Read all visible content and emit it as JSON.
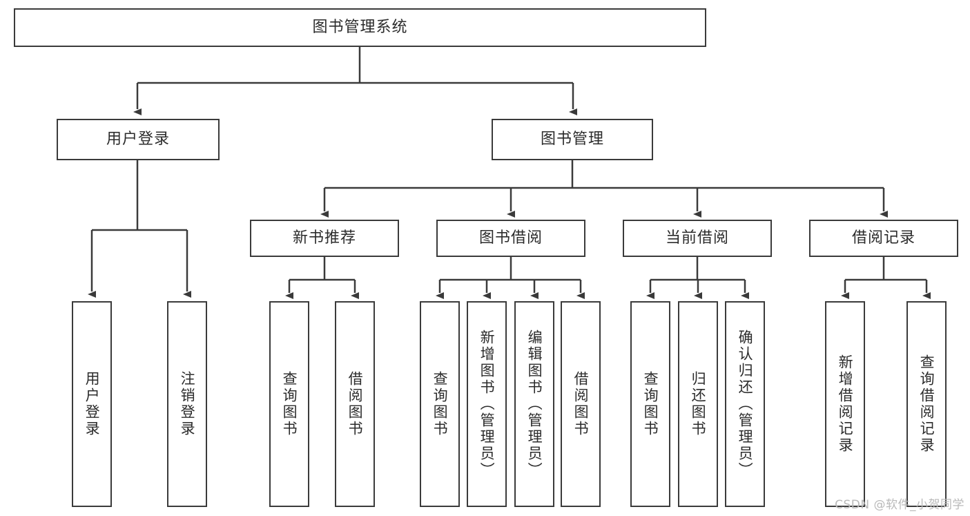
{
  "diagram": {
    "title": "图书管理系统",
    "watermark": "CSDN @软件_小贺同学",
    "line_color": "#3a3a3a",
    "text_color": "#2b2b2b",
    "background": "#ffffff",
    "levels": {
      "root": {
        "label": "图书管理系统"
      },
      "level1": [
        {
          "label": "用户登录"
        },
        {
          "label": "图书管理"
        }
      ],
      "level2": [
        {
          "label": "新书推荐"
        },
        {
          "label": "图书借阅"
        },
        {
          "label": "当前借阅"
        },
        {
          "label": "借阅记录"
        }
      ],
      "leaves": {
        "user_login": [
          {
            "label": "用户登录"
          },
          {
            "label": "注销登录"
          }
        ],
        "new_book_recommend": [
          {
            "label": "查询图书"
          },
          {
            "label": "借阅图书"
          }
        ],
        "book_borrow": [
          {
            "label": "查询图书"
          },
          {
            "label": "新增图书（管理员）"
          },
          {
            "label": "编辑图书（管理员）"
          },
          {
            "label": "借阅图书"
          }
        ],
        "current_borrow": [
          {
            "label": "查询图书"
          },
          {
            "label": "归还图书"
          },
          {
            "label": "确认归还（管理员）"
          }
        ],
        "borrow_record": [
          {
            "label": "新增借阅记录"
          },
          {
            "label": "查询借阅记录"
          }
        ]
      }
    }
  }
}
